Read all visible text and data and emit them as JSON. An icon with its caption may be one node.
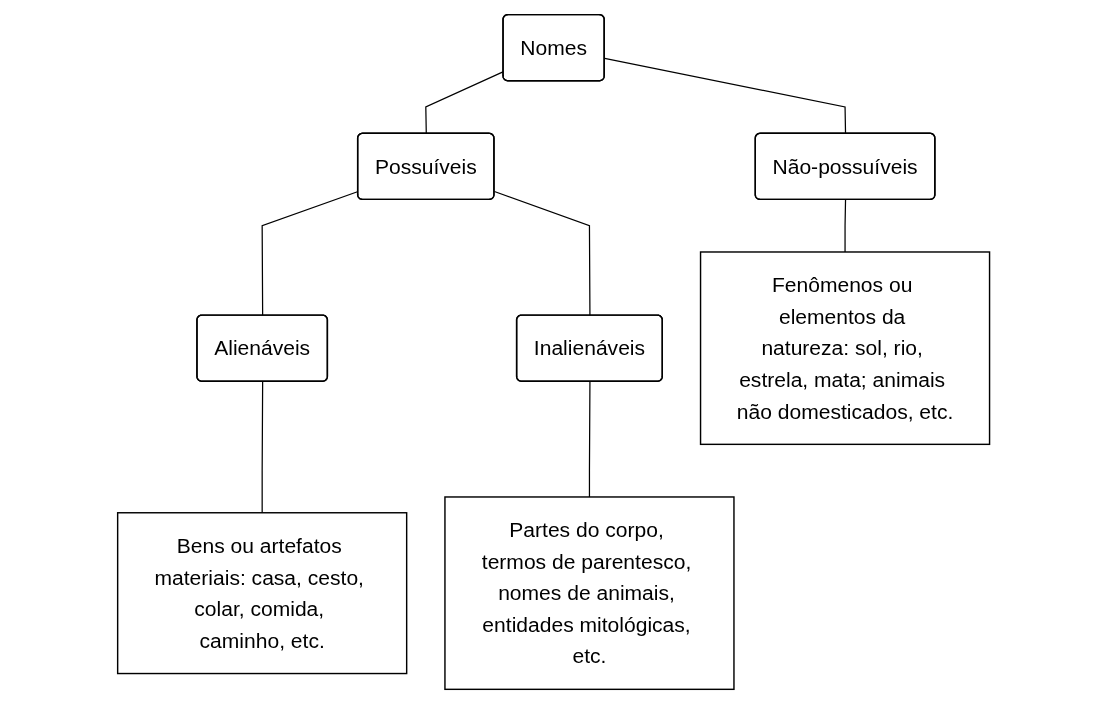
{
  "diagram": {
    "nodes": [
      {
        "text": [
          "Nomes"
        ]
      },
      {
        "text": [
          "Possuíveis"
        ]
      },
      {
        "text": [
          "Não-possuíveis"
        ]
      },
      {
        "text": [
          "Alienáveis"
        ]
      },
      {
        "text": [
          "Inalienáveis"
        ]
      },
      {
        "text": [
          "Bens ou artefatos materiais: casa, cesto, colar, comida, caminho, etc."
        ]
      },
      {
        "text": [
          "Partes do corpo, termos de parentesco, nomes de animais, entidades mitológicas, etc."
        ]
      },
      {
        "text": [
          "Fenômenos ou elementos da natureza: sol, rio, estrela, mata; animais não domesticados, etc."
        ]
      }
    ],
    "edges": [
      {
        "from": 0,
        "to": 1,
        "arrow": "none"
      },
      {
        "from": 0,
        "to": 2,
        "arrow": "none"
      },
      {
        "from": 1,
        "to": 3,
        "arrow": "none"
      },
      {
        "from": 1,
        "to": 4,
        "arrow": "none"
      },
      {
        "from": 3,
        "to": 5,
        "arrow": "none"
      },
      {
        "from": 4,
        "to": 6,
        "arrow": "none"
      },
      {
        "from": 2,
        "to": 7,
        "arrow": "none"
      }
    ]
  }
}
